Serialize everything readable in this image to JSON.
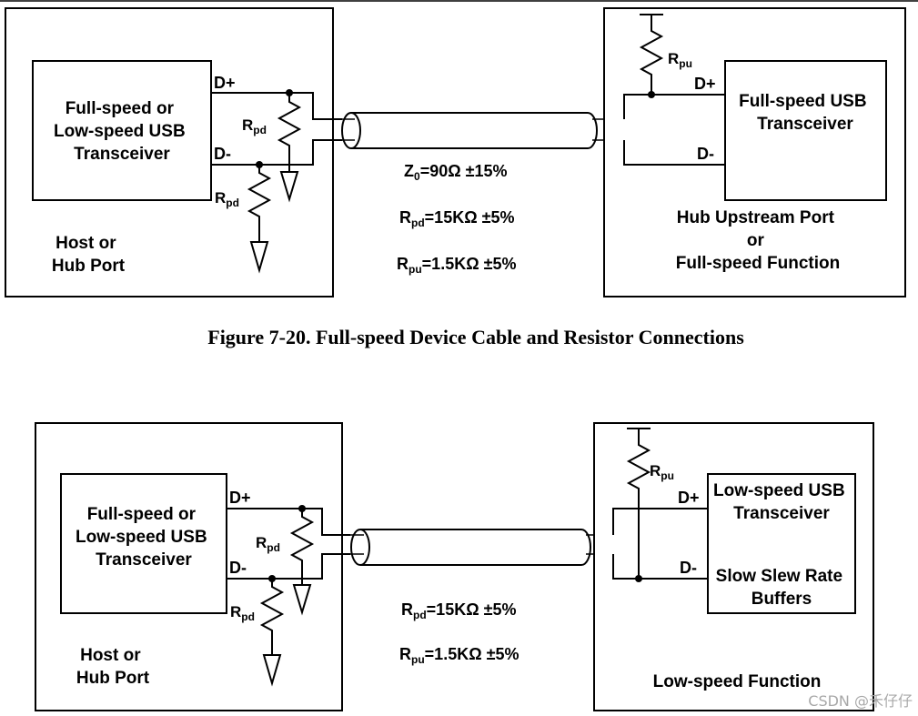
{
  "fig1": {
    "host_transceiver": [
      "Full-speed or",
      "Low-speed USB",
      "Transceiver"
    ],
    "host_label": [
      "Host or",
      "Hub Port"
    ],
    "dplus": "D+",
    "dminus": "D-",
    "rpd1": {
      "main": "R",
      "sub": "pd"
    },
    "rpd2": {
      "main": "R",
      "sub": "pd"
    },
    "rpu": {
      "main": "R",
      "sub": "pu"
    },
    "z0": {
      "main": "Z",
      "sub": "0",
      "rest": "=90Ω ±15%"
    },
    "rpd_spec": {
      "main": "R",
      "sub": "pd",
      "rest": "=15KΩ ±5%"
    },
    "rpu_spec": {
      "main": "R",
      "sub": "pu",
      "rest": "=1.5KΩ ±5%"
    },
    "device_transceiver": [
      "Full-speed USB",
      "Transceiver"
    ],
    "device_label": [
      "Hub Upstream Port",
      "or",
      "Full-speed Function"
    ],
    "dev_dplus": "D+",
    "dev_dminus": "D-"
  },
  "caption": "Figure 7-20.  Full-speed Device Cable and Resistor Connections",
  "fig2": {
    "host_transceiver": [
      "Full-speed or",
      "Low-speed USB",
      "Transceiver"
    ],
    "host_label": [
      "Host or",
      "Hub Port"
    ],
    "dplus": "D+",
    "dminus": "D-",
    "rpd1": {
      "main": "R",
      "sub": "pd"
    },
    "rpd2": {
      "main": "R",
      "sub": "pd"
    },
    "rpu": {
      "main": "R",
      "sub": "pu"
    },
    "rpd_spec": {
      "main": "R",
      "sub": "pd",
      "rest": "=15KΩ ±5%"
    },
    "rpu_spec": {
      "main": "R",
      "sub": "pu",
      "rest": "=1.5KΩ ±5%"
    },
    "device_transceiver": [
      "Low-speed USB",
      "Transceiver"
    ],
    "device_buffers": [
      "Slow Slew Rate",
      "Buffers"
    ],
    "device_label": "Low-speed Function",
    "dev_dplus": "D+",
    "dev_dminus": "D-"
  },
  "watermark": "CSDN @禾仔仔"
}
